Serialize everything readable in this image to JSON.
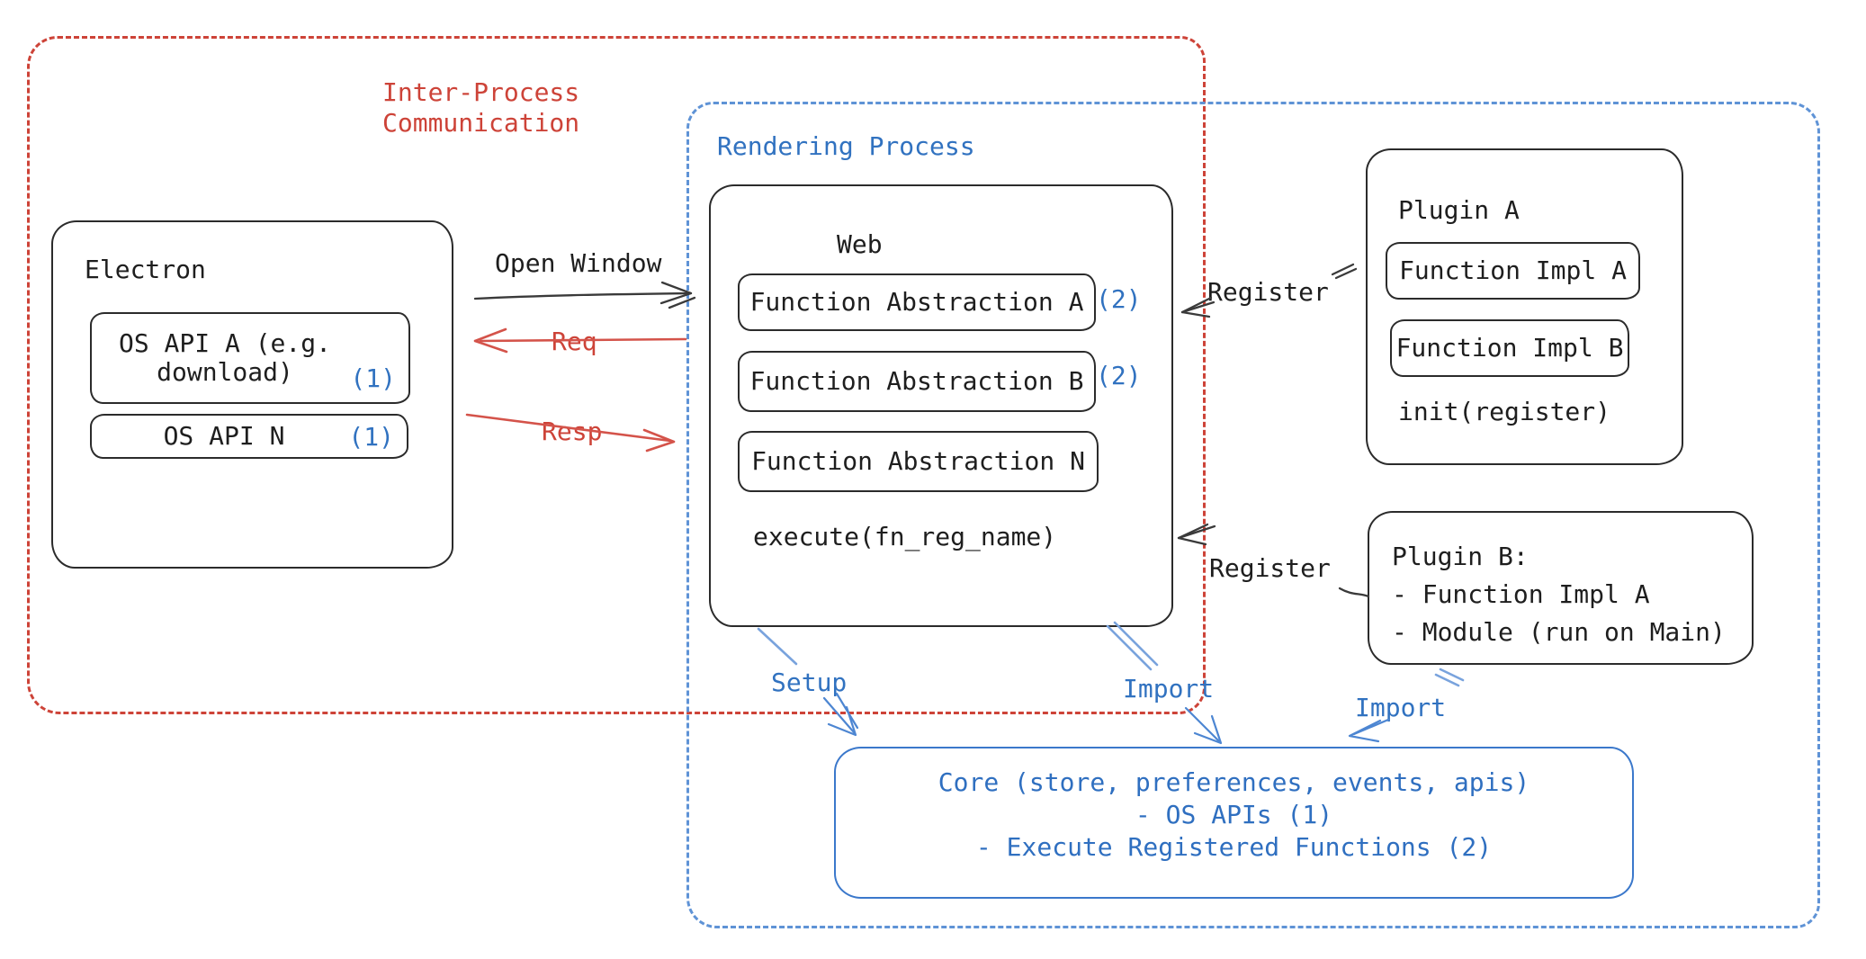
{
  "frames": {
    "ipc_label_line1": "Inter-Process",
    "ipc_label_line2": "Communication",
    "rendering_label": "Rendering Process"
  },
  "electron": {
    "title": "Electron",
    "os_api_a_line1": "OS API A (e.g.",
    "os_api_a_line2": "download)",
    "os_api_a_ref": "(1)",
    "os_api_n": "OS API N",
    "os_api_n_ref": "(1)"
  },
  "web": {
    "title": "Web",
    "fn_abstraction_a": "Function Abstraction A",
    "fn_abstraction_a_ref": "(2)",
    "fn_abstraction_b": "Function Abstraction B",
    "fn_abstraction_b_ref": "(2)",
    "fn_abstraction_n": "Function Abstraction N",
    "execute_note": "execute(fn_reg_name)"
  },
  "plugin_a": {
    "title": "Plugin A",
    "impl_a": "Function Impl A",
    "impl_b": "Function Impl B",
    "init_note": "init(register)"
  },
  "plugin_b": {
    "line1": "Plugin B:",
    "line2": "- Function Impl A",
    "line3": "- Module (run on Main)"
  },
  "core": {
    "line1": "Core (store, preferences, events, apis)",
    "line2": "- OS APIs (1)",
    "line3": "- Execute Registered Functions (2)"
  },
  "arrows": {
    "open_window": "Open Window",
    "req": "Req",
    "resp": "Resp",
    "register_top": "Register",
    "register_bottom": "Register",
    "setup": "Setup",
    "import_web": "Import",
    "import_plugin": "Import"
  },
  "colors": {
    "red": "#cd4338",
    "blue_text": "#3172c0",
    "blue_dash": "#5f93d6",
    "blue_arrow": "#79a3dd",
    "black": "#1e1e1e"
  }
}
